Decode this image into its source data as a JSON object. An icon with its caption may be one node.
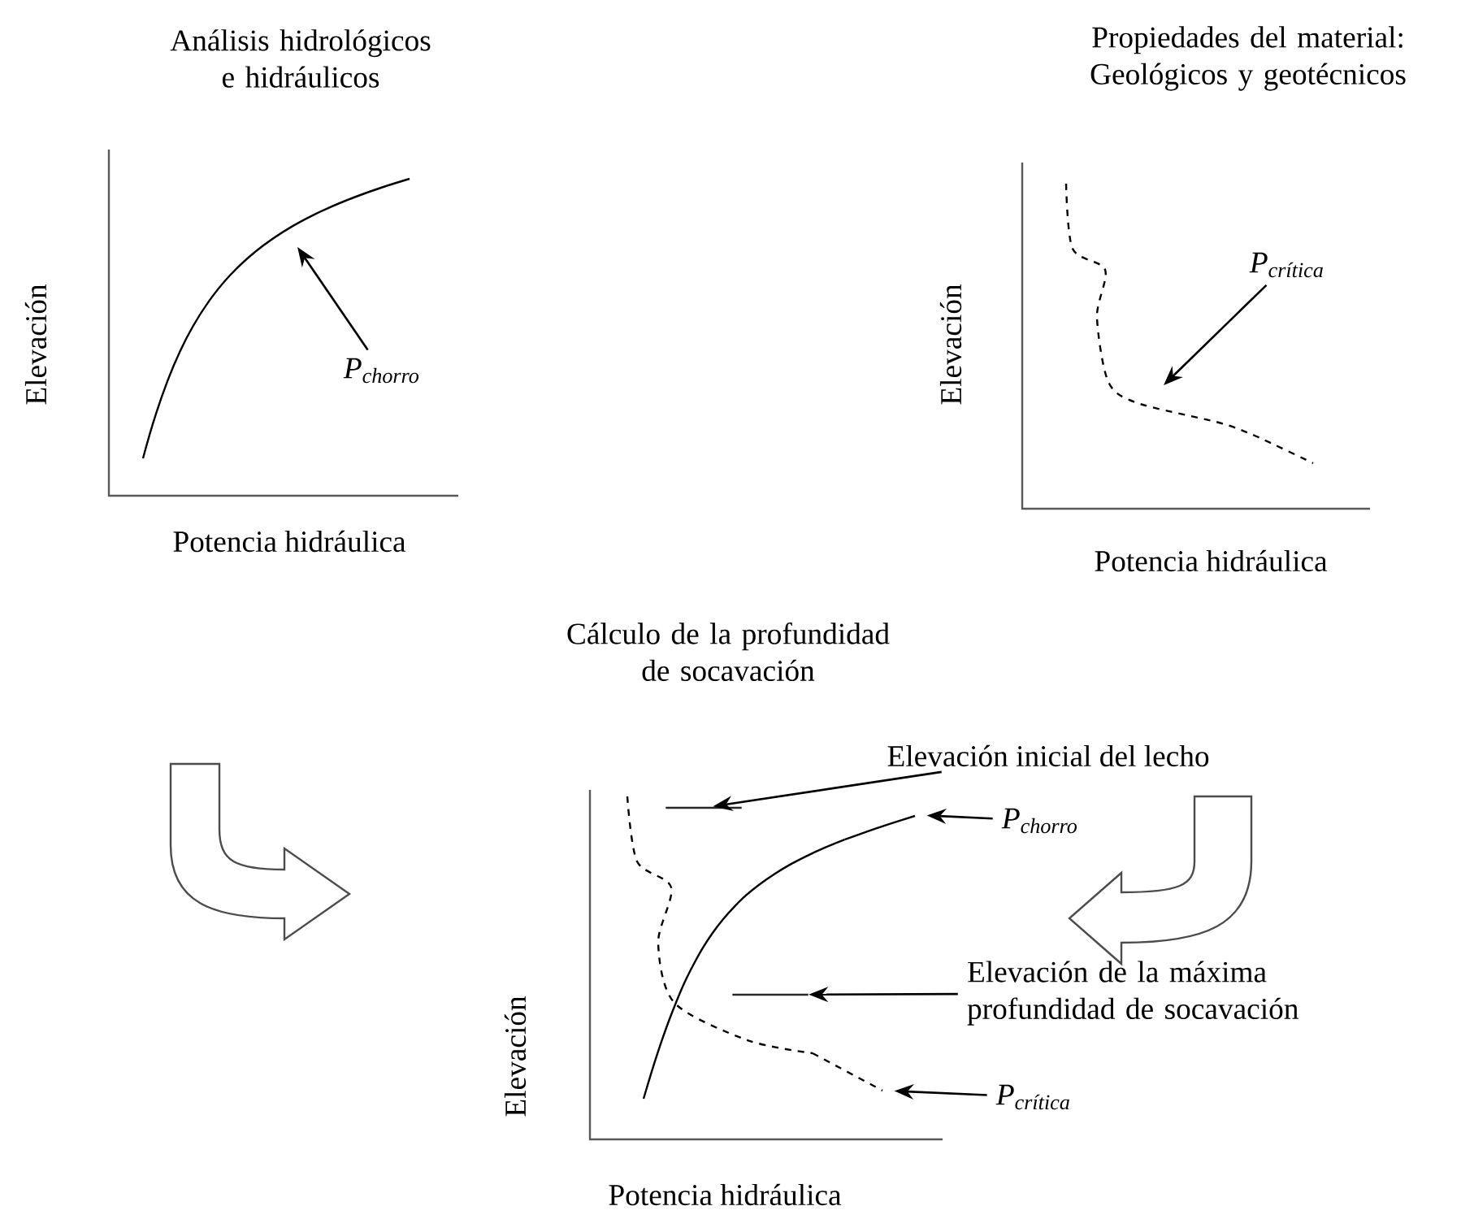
{
  "diagram": {
    "nodes": [
      {
        "text": [
          "P$_{chorro}$"
        ]
      },
      {
        "text": [
          "P$_{crítica}$"
        ]
      },
      {
        "text": [
          "Elevación inicial del lecho"
        ]
      },
      {
        "text": [
          "P$_{chorro}$"
        ]
      },
      {
        "text": [
          "Elevación de la máxima profundidad de socavación"
        ]
      },
      {
        "text": [
          "P$_{crítica}$"
        ]
      },
      {
        "text": [],
        "shape": "bar"
      },
      {
        "text": [],
        "shape": "bar"
      },
      {
        "text": [],
        "shape": "curve"
      },
      {
        "text": [],
        "shape": "curve"
      }
    ],
    "edges": [
      {
        "from": 0,
        "to": null,
        "arrow": "to"
      },
      {
        "from": 1,
        "to": null,
        "arrow": "to"
      },
      {
        "from": 2,
        "to": 6,
        "arrow": "to"
      },
      {
        "from": 3,
        "to": 8,
        "arrow": "to"
      },
      {
        "from": 4,
        "to": 7,
        "arrow": "to"
      },
      {
        "from": 5,
        "to": 9,
        "arrow": "to"
      }
    ],
    "labels": [
      "Análisis hidrológicos e hidráulicos",
      "Elevación",
      "Potencia hidráulica",
      "Propiedades del material: Geológicos y geotécnicos",
      "Elevación",
      "Potencia hidráulica",
      "Cálculo de la profundidad de socavación",
      "Elevación",
      "Potencia hidráulica"
    ]
  }
}
